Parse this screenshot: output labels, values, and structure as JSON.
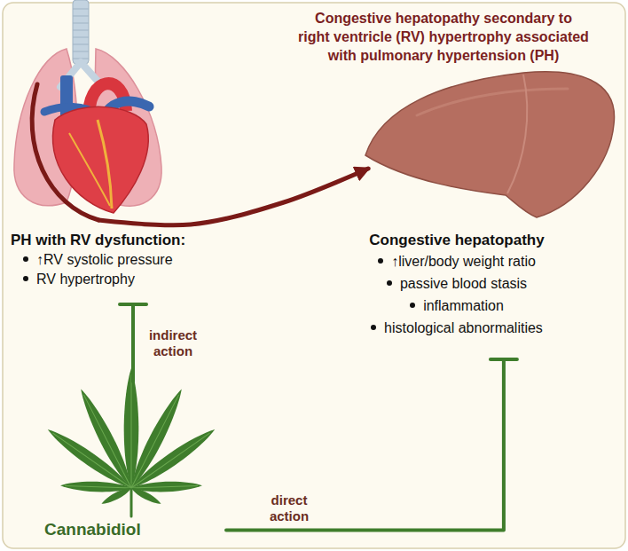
{
  "diagram": {
    "title": "Congestive hepatopathy secondary to right ventricle (RV) hypertrophy associated with pulmonary hypertension (PH)",
    "nodes": [
      {
        "text": [
          "PH with RV dysfunction:",
          "↑RV systolic pressure",
          "RV hypertrophy"
        ]
      },
      {
        "text": [
          "Congestive hepatopathy",
          "↑liver/body weight ratio",
          "passive blood stasis",
          "inflammation",
          "histological abnormalities"
        ]
      },
      {
        "text": [
          "Cannabidiol"
        ]
      }
    ],
    "edges": [
      {
        "from": 0,
        "to": 1,
        "arrow": "to"
      },
      {
        "from": 2,
        "to": 0,
        "label": "indirect action",
        "arrow": "to"
      },
      {
        "from": 2,
        "to": 1,
        "label": "direct action",
        "arrow": "to"
      }
    ]
  }
}
